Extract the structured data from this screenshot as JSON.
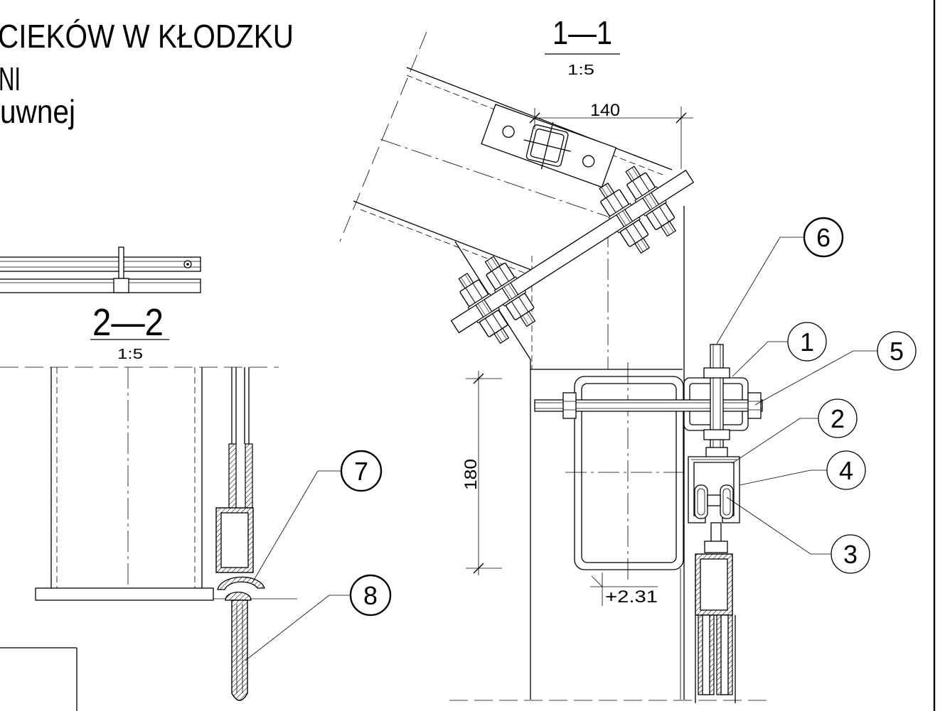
{
  "title": {
    "line1": "CIEKÓW W KŁODZKU",
    "line2": "NI",
    "line3": "uwnej"
  },
  "section_1_1": {
    "label": "1—1",
    "scale": "1:5"
  },
  "section_2_2": {
    "label": "2—2",
    "scale": "1:5"
  },
  "dimensions": {
    "width": "140",
    "height": "180",
    "elevation": "+2.31"
  },
  "callouts": [
    {
      "number": "6"
    },
    {
      "number": "1"
    },
    {
      "number": "5"
    },
    {
      "number": "2"
    },
    {
      "number": "4"
    },
    {
      "number": "3"
    },
    {
      "number": "7"
    },
    {
      "number": "8"
    }
  ]
}
